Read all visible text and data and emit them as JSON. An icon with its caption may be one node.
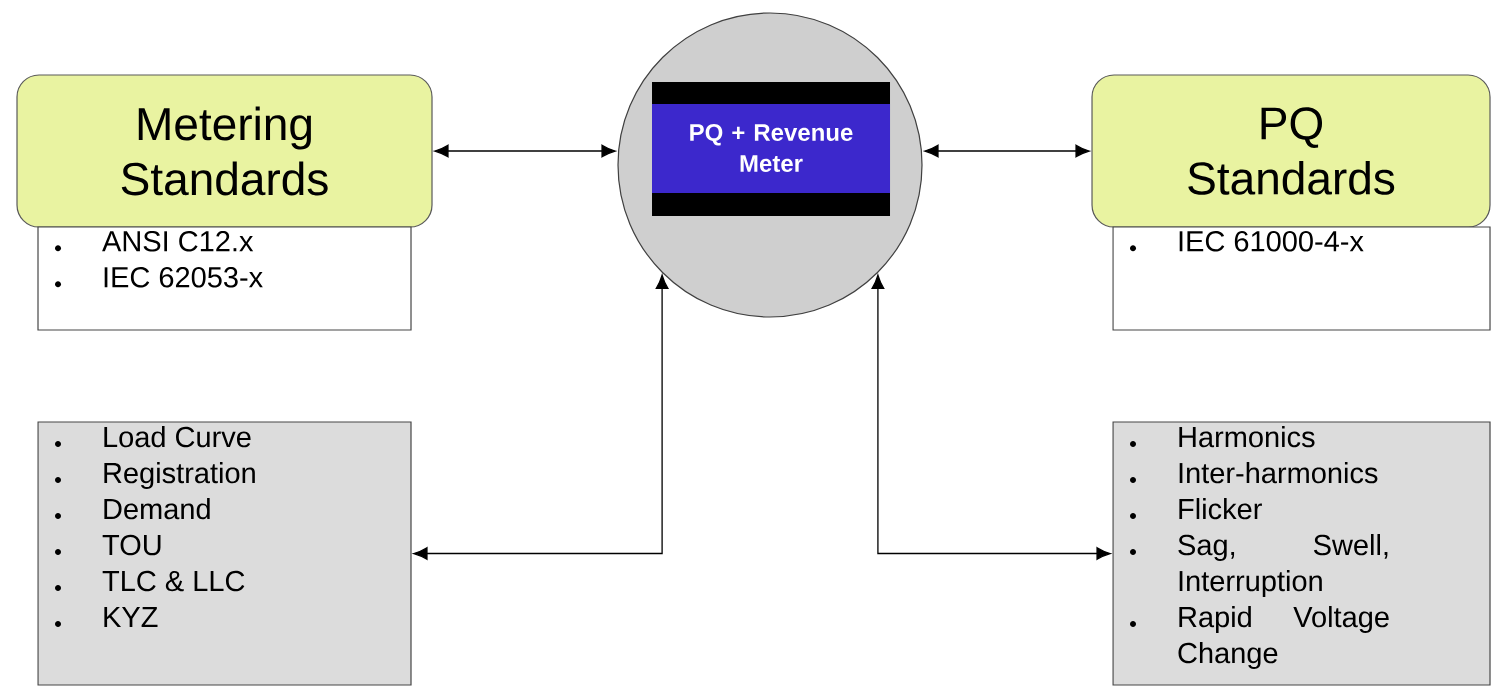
{
  "diagram": {
    "nodes": [
      {
        "text": [
          "Metering Standards"
        ]
      },
      {
        "text": [
          "ANSI C12.x",
          "IEC 62053-x"
        ]
      },
      {
        "text": [],
        "shape": "circle"
      },
      {
        "text": [
          "PQ + Revenue Meter"
        ],
        "in": 2
      },
      {
        "text": [
          "PQ Standards"
        ]
      },
      {
        "text": [
          "IEC 61000-4-x"
        ]
      },
      {
        "text": [
          "Load Curve",
          "Registration",
          "Demand",
          "TOU",
          "TLC & LLC",
          "KYZ"
        ]
      },
      {
        "text": [
          "Harmonics",
          "Inter-harmonics",
          "Flicker",
          "Sag, Swell, Interruption",
          "Rapid Voltage Change"
        ]
      }
    ],
    "edges": [
      {
        "from": 0,
        "to": 2,
        "arrow": "both"
      },
      {
        "from": 2,
        "to": 4,
        "arrow": "both"
      },
      {
        "from": 2,
        "to": 6,
        "arrow": "both"
      },
      {
        "from": 2,
        "to": 7,
        "arrow": "both"
      }
    ]
  }
}
